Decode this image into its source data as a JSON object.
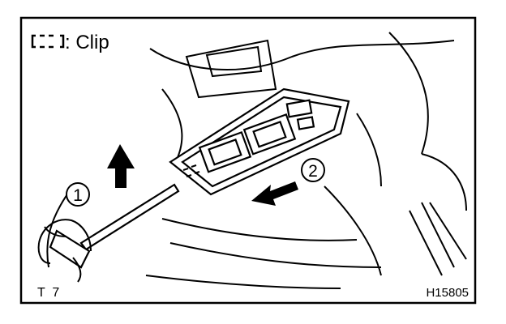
{
  "legend": {
    "symbol_icon": "dashed-bracket-icon",
    "text": ": Clip"
  },
  "callouts": [
    {
      "number": "1"
    },
    {
      "number": "2"
    }
  ],
  "corner_code": "T  7",
  "figure_id": "H15805"
}
